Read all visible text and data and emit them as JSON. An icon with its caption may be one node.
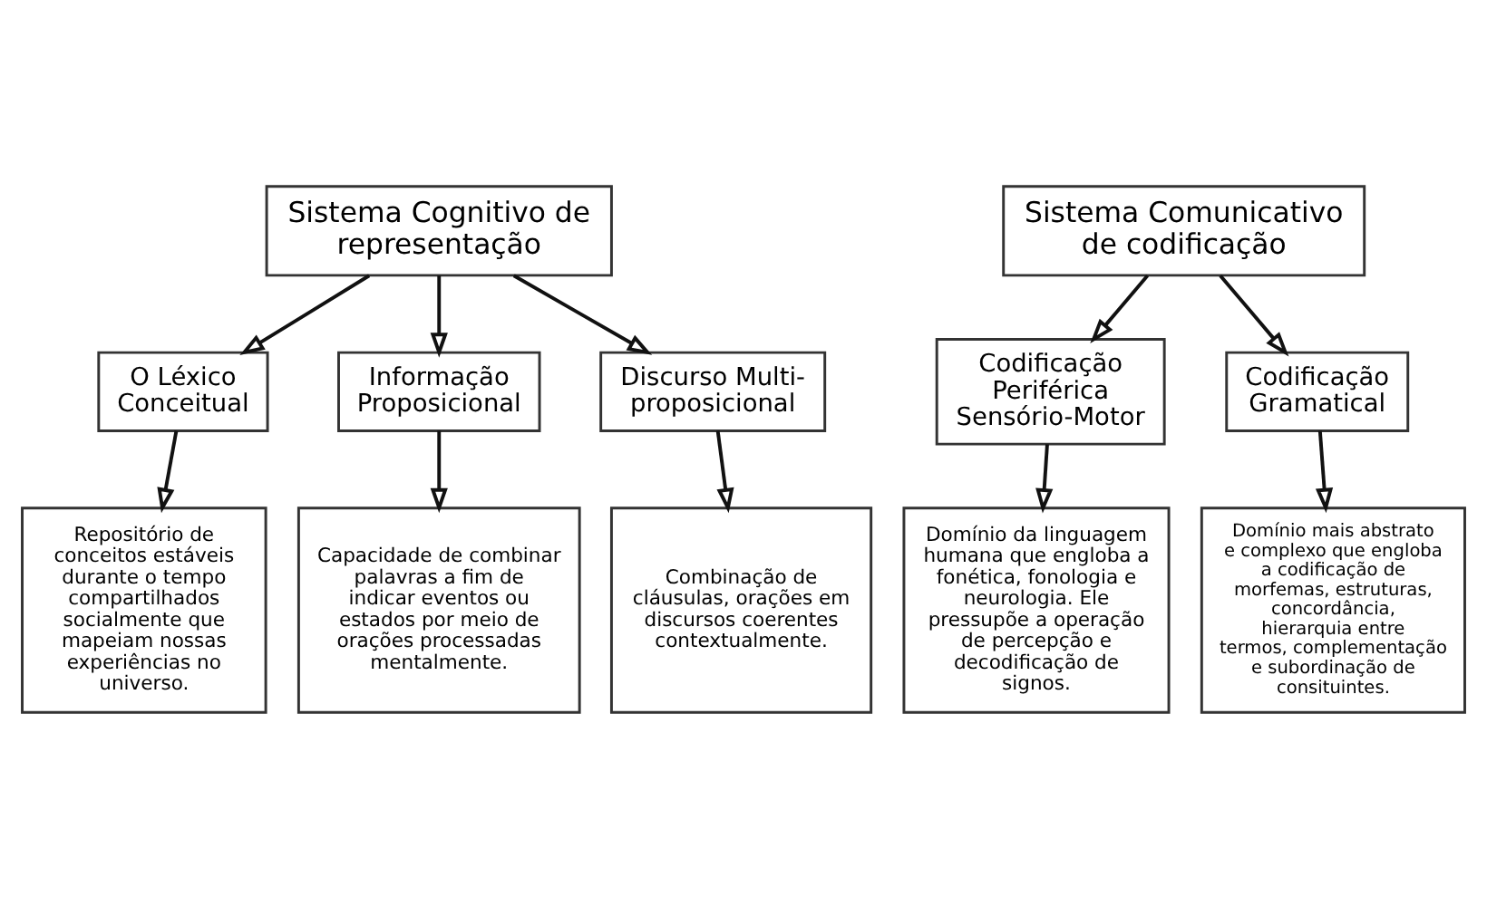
{
  "diagram": {
    "nodes": [
      {
        "text": [
          "Sistema Cognitivo de representação"
        ]
      },
      {
        "text": [
          "Sistema Comunicativo de codificação"
        ]
      },
      {
        "text": [
          "O Léxico Conceitual"
        ]
      },
      {
        "text": [
          "Informação Proposicional"
        ]
      },
      {
        "text": [
          "Discurso Multi-proposicional"
        ]
      },
      {
        "text": [
          "Codificação Periférica Sensório-Motor"
        ]
      },
      {
        "text": [
          "Codificação Gramatical"
        ]
      },
      {
        "text": [
          "Repositório de conceitos estáveis durante o tempo compartilhados socialmente que mapeiam nossas experiências no universo."
        ]
      },
      {
        "text": [
          "Capacidade de combinar palavras a fim de indicar eventos ou estados por meio de orações processadas mentalmente."
        ]
      },
      {
        "text": [
          "Combinação de cláusulas, orações em discursos coerentes contextualmente."
        ]
      },
      {
        "text": [
          "Domínio da linguagem humana que engloba a fonética, fonologia e neurologia. Ele pressupõe a operação de percepção e decodificação de signos."
        ]
      },
      {
        "text": [
          "Domínio mais abstrato e complexo que engloba a codificação de morfemas, estruturas, concordância, hierarquia entre termos, complementação e subordinação de consituintes."
        ]
      }
    ],
    "edges": [
      {
        "from": 0,
        "to": 2,
        "arrow": "to"
      },
      {
        "from": 0,
        "to": 3,
        "arrow": "to"
      },
      {
        "from": 0,
        "to": 4,
        "arrow": "to"
      },
      {
        "from": 1,
        "to": 5,
        "arrow": "to"
      },
      {
        "from": 1,
        "to": 6,
        "arrow": "to"
      },
      {
        "from": 2,
        "to": 7,
        "arrow": "to"
      },
      {
        "from": 3,
        "to": 8,
        "arrow": "to"
      },
      {
        "from": 4,
        "to": 9,
        "arrow": "to"
      },
      {
        "from": 5,
        "to": 10,
        "arrow": "to"
      },
      {
        "from": 6,
        "to": 11,
        "arrow": "to"
      }
    ]
  }
}
